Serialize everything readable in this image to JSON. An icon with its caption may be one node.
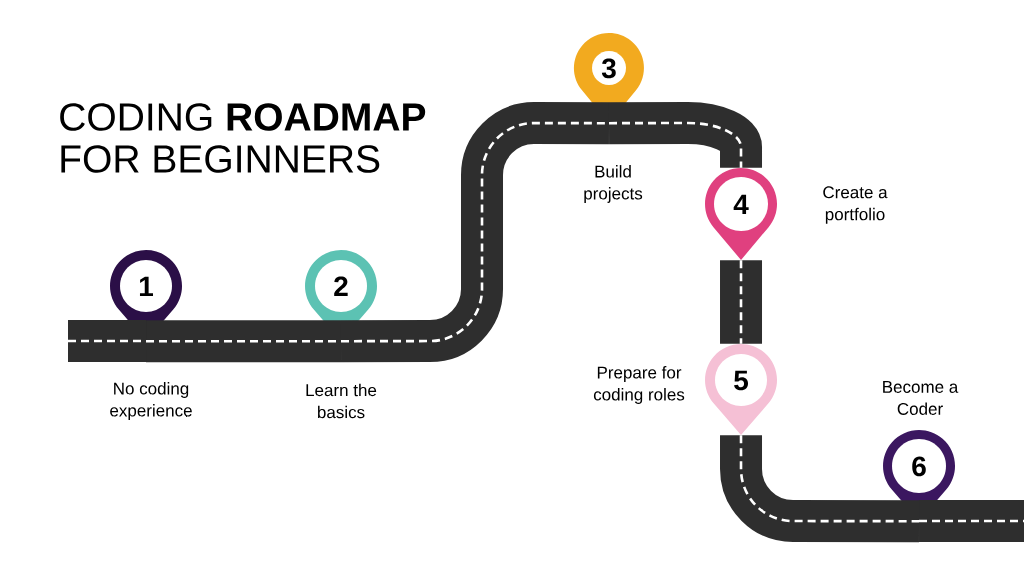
{
  "diagram": {
    "title": "CODING **ROADMAP** FOR BEGINNERS",
    "nodes": [
      {
        "text": [
          "1"
        ],
        "beside": [
          "No coding experience"
        ]
      },
      {
        "text": [
          "2"
        ],
        "beside": [
          "Learn the basics"
        ]
      },
      {
        "text": [
          "3"
        ],
        "beside": [
          "Build projects"
        ]
      },
      {
        "text": [
          "4"
        ],
        "beside": [
          "Create a portfolio"
        ]
      },
      {
        "text": [
          "5"
        ],
        "beside": [
          "Prepare for coding roles"
        ]
      },
      {
        "text": [
          "6"
        ],
        "beside": [
          "Become a Coder"
        ]
      }
    ],
    "edges": [
      {
        "from": 0,
        "to": 1,
        "arrow": "none"
      },
      {
        "from": 1,
        "to": 2,
        "arrow": "none"
      },
      {
        "from": 2,
        "to": 3,
        "arrow": "none"
      },
      {
        "from": 3,
        "to": 4,
        "arrow": "none"
      },
      {
        "from": 4,
        "to": 5,
        "arrow": "none"
      }
    ]
  }
}
